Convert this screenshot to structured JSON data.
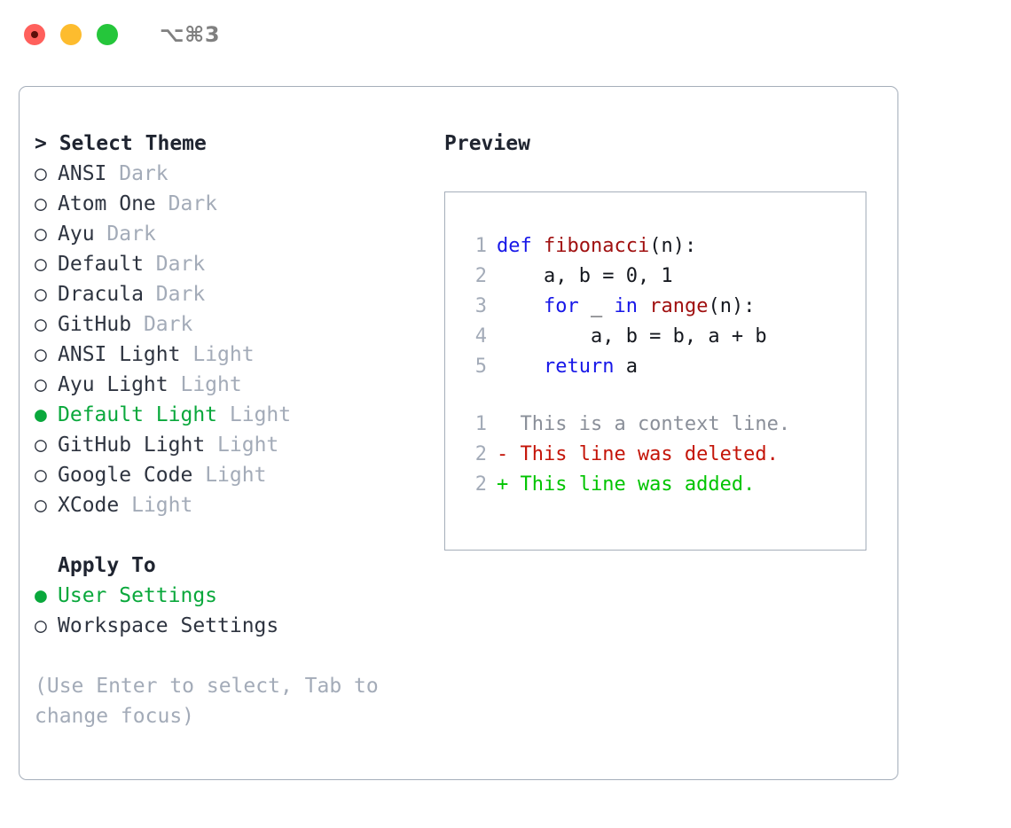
{
  "titlebar": {
    "shortcut": "⌥⌘3",
    "buttons": [
      {
        "name": "close",
        "color": "#ff605c"
      },
      {
        "name": "minimize",
        "color": "#fdbc2e"
      },
      {
        "name": "zoom",
        "color": "#25c63b"
      }
    ]
  },
  "theme_list": {
    "header": "> Select Theme",
    "selected_bullet": "●",
    "unselected_bullet": "○",
    "items": [
      {
        "label": "ANSI",
        "suffix": "Dark",
        "selected": false
      },
      {
        "label": "Atom One",
        "suffix": "Dark",
        "selected": false
      },
      {
        "label": "Ayu",
        "suffix": "Dark",
        "selected": false
      },
      {
        "label": "Default",
        "suffix": "Dark",
        "selected": false
      },
      {
        "label": "Dracula",
        "suffix": "Dark",
        "selected": false
      },
      {
        "label": "GitHub",
        "suffix": "Dark",
        "selected": false
      },
      {
        "label": "ANSI Light",
        "suffix": "Light",
        "selected": false
      },
      {
        "label": "Ayu Light",
        "suffix": "Light",
        "selected": false
      },
      {
        "label": "Default Light",
        "suffix": "Light",
        "selected": true
      },
      {
        "label": "GitHub Light",
        "suffix": "Light",
        "selected": false
      },
      {
        "label": "Google Code",
        "suffix": "Light",
        "selected": false
      },
      {
        "label": "XCode",
        "suffix": "Light",
        "selected": false
      }
    ]
  },
  "apply_to": {
    "header": "Apply To",
    "items": [
      {
        "label": "User Settings",
        "selected": true
      },
      {
        "label": "Workspace Settings",
        "selected": false
      }
    ]
  },
  "hint": "(Use Enter to select, Tab to change focus)",
  "preview": {
    "title": "Preview",
    "code_lines": [
      {
        "no": "1",
        "tokens": [
          {
            "t": "def ",
            "k": "kw"
          },
          {
            "t": "fibonacci",
            "k": "fn"
          },
          {
            "t": "(n):",
            "k": "txt"
          }
        ]
      },
      {
        "no": "2",
        "tokens": [
          {
            "t": "    a, b = 0, 1",
            "k": "txt"
          }
        ]
      },
      {
        "no": "3",
        "tokens": [
          {
            "t": "    ",
            "k": "txt"
          },
          {
            "t": "for",
            "k": "kw"
          },
          {
            "t": " _ ",
            "k": "txt"
          },
          {
            "t": "in",
            "k": "kw"
          },
          {
            "t": " ",
            "k": "txt"
          },
          {
            "t": "range",
            "k": "fn"
          },
          {
            "t": "(n):",
            "k": "txt"
          }
        ]
      },
      {
        "no": "4",
        "tokens": [
          {
            "t": "        a, b = b, a + b",
            "k": "txt"
          }
        ]
      },
      {
        "no": "5",
        "tokens": [
          {
            "t": "    ",
            "k": "txt"
          },
          {
            "t": "return",
            "k": "kw"
          },
          {
            "t": " a",
            "k": "txt"
          }
        ]
      }
    ],
    "diff_lines": [
      {
        "no": "1",
        "text": "  This is a context line.",
        "kind": "ctx"
      },
      {
        "no": "2",
        "text": "- This line was deleted.",
        "kind": "del"
      },
      {
        "no": "2",
        "text": "+ This line was added.",
        "kind": "add"
      }
    ]
  },
  "colors": {
    "accent_green": "#0aa83c",
    "muted": "#a3abb8",
    "text": "#2e3440",
    "keyword_blue": "#1717e8",
    "function_red": "#a01010",
    "diff_delete": "#c41408",
    "diff_add": "#00c400",
    "border": "#a5aeba"
  }
}
